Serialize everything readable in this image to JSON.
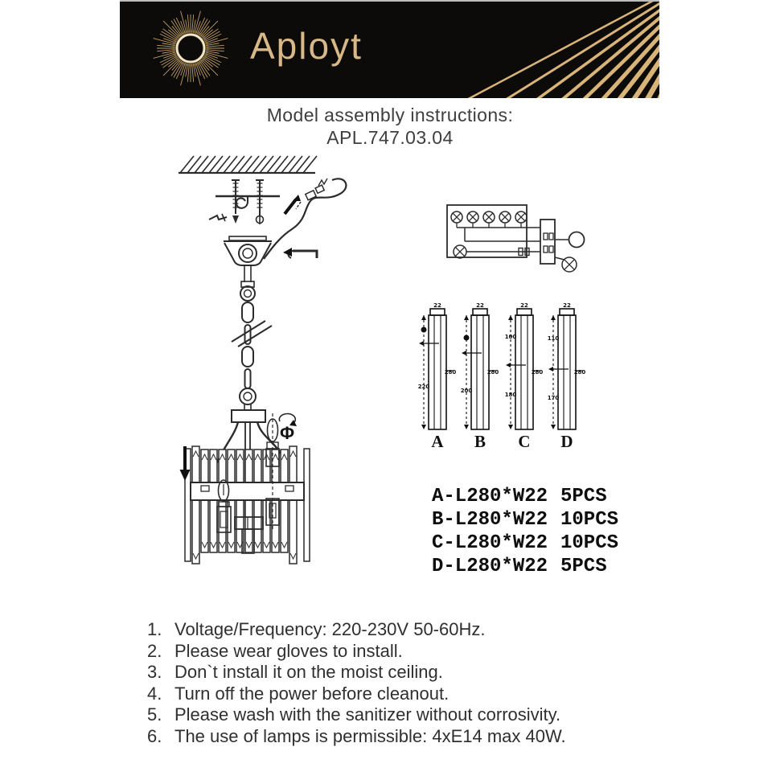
{
  "brand": {
    "name": "Aployt"
  },
  "title": {
    "line1": "Model assembly instructions:",
    "line2": "APL.747.03.04"
  },
  "colors": {
    "banner_bg": "#0c0b09",
    "gold": "#d8b888",
    "ray_gold": "#d9b478",
    "ink": "#2b2b2b"
  },
  "symbols": {
    "rotate_bulb": "Φ"
  },
  "crystal_parts": [
    {
      "label": "A",
      "top_dim": "22",
      "side_dim": "280",
      "upper_dim": "",
      "lower_dim": "220"
    },
    {
      "label": "B",
      "top_dim": "22",
      "side_dim": "280",
      "upper_dim": "",
      "lower_dim": "200"
    },
    {
      "label": "C",
      "top_dim": "22",
      "side_dim": "280",
      "upper_dim": "100",
      "lower_dim": "180"
    },
    {
      "label": "D",
      "top_dim": "22",
      "side_dim": "280",
      "upper_dim": "110",
      "lower_dim": "170"
    }
  ],
  "parts_list": [
    {
      "label": "A-L280*W22",
      "qty": "5PCS"
    },
    {
      "label": "B-L280*W22",
      "qty": "10PCS"
    },
    {
      "label": "C-L280*W22",
      "qty": "10PCS"
    },
    {
      "label": "D-L280*W22",
      "qty": "5PCS"
    }
  ],
  "instructions": [
    {
      "num": "1.",
      "text": "Voltage/Frequency: 220-230V 50-60Hz."
    },
    {
      "num": "2.",
      "text": "Please wear gloves to install."
    },
    {
      "num": "3.",
      "text": "Don`t install it on the moist ceiling."
    },
    {
      "num": "4.",
      "text": "Turn off the power before cleanout."
    },
    {
      "num": "5.",
      "text": "Please wash with the sanitizer without corrosivity."
    },
    {
      "num": "6.",
      "text": "The use of lamps is permissible: 4xE14 max 40W."
    }
  ]
}
